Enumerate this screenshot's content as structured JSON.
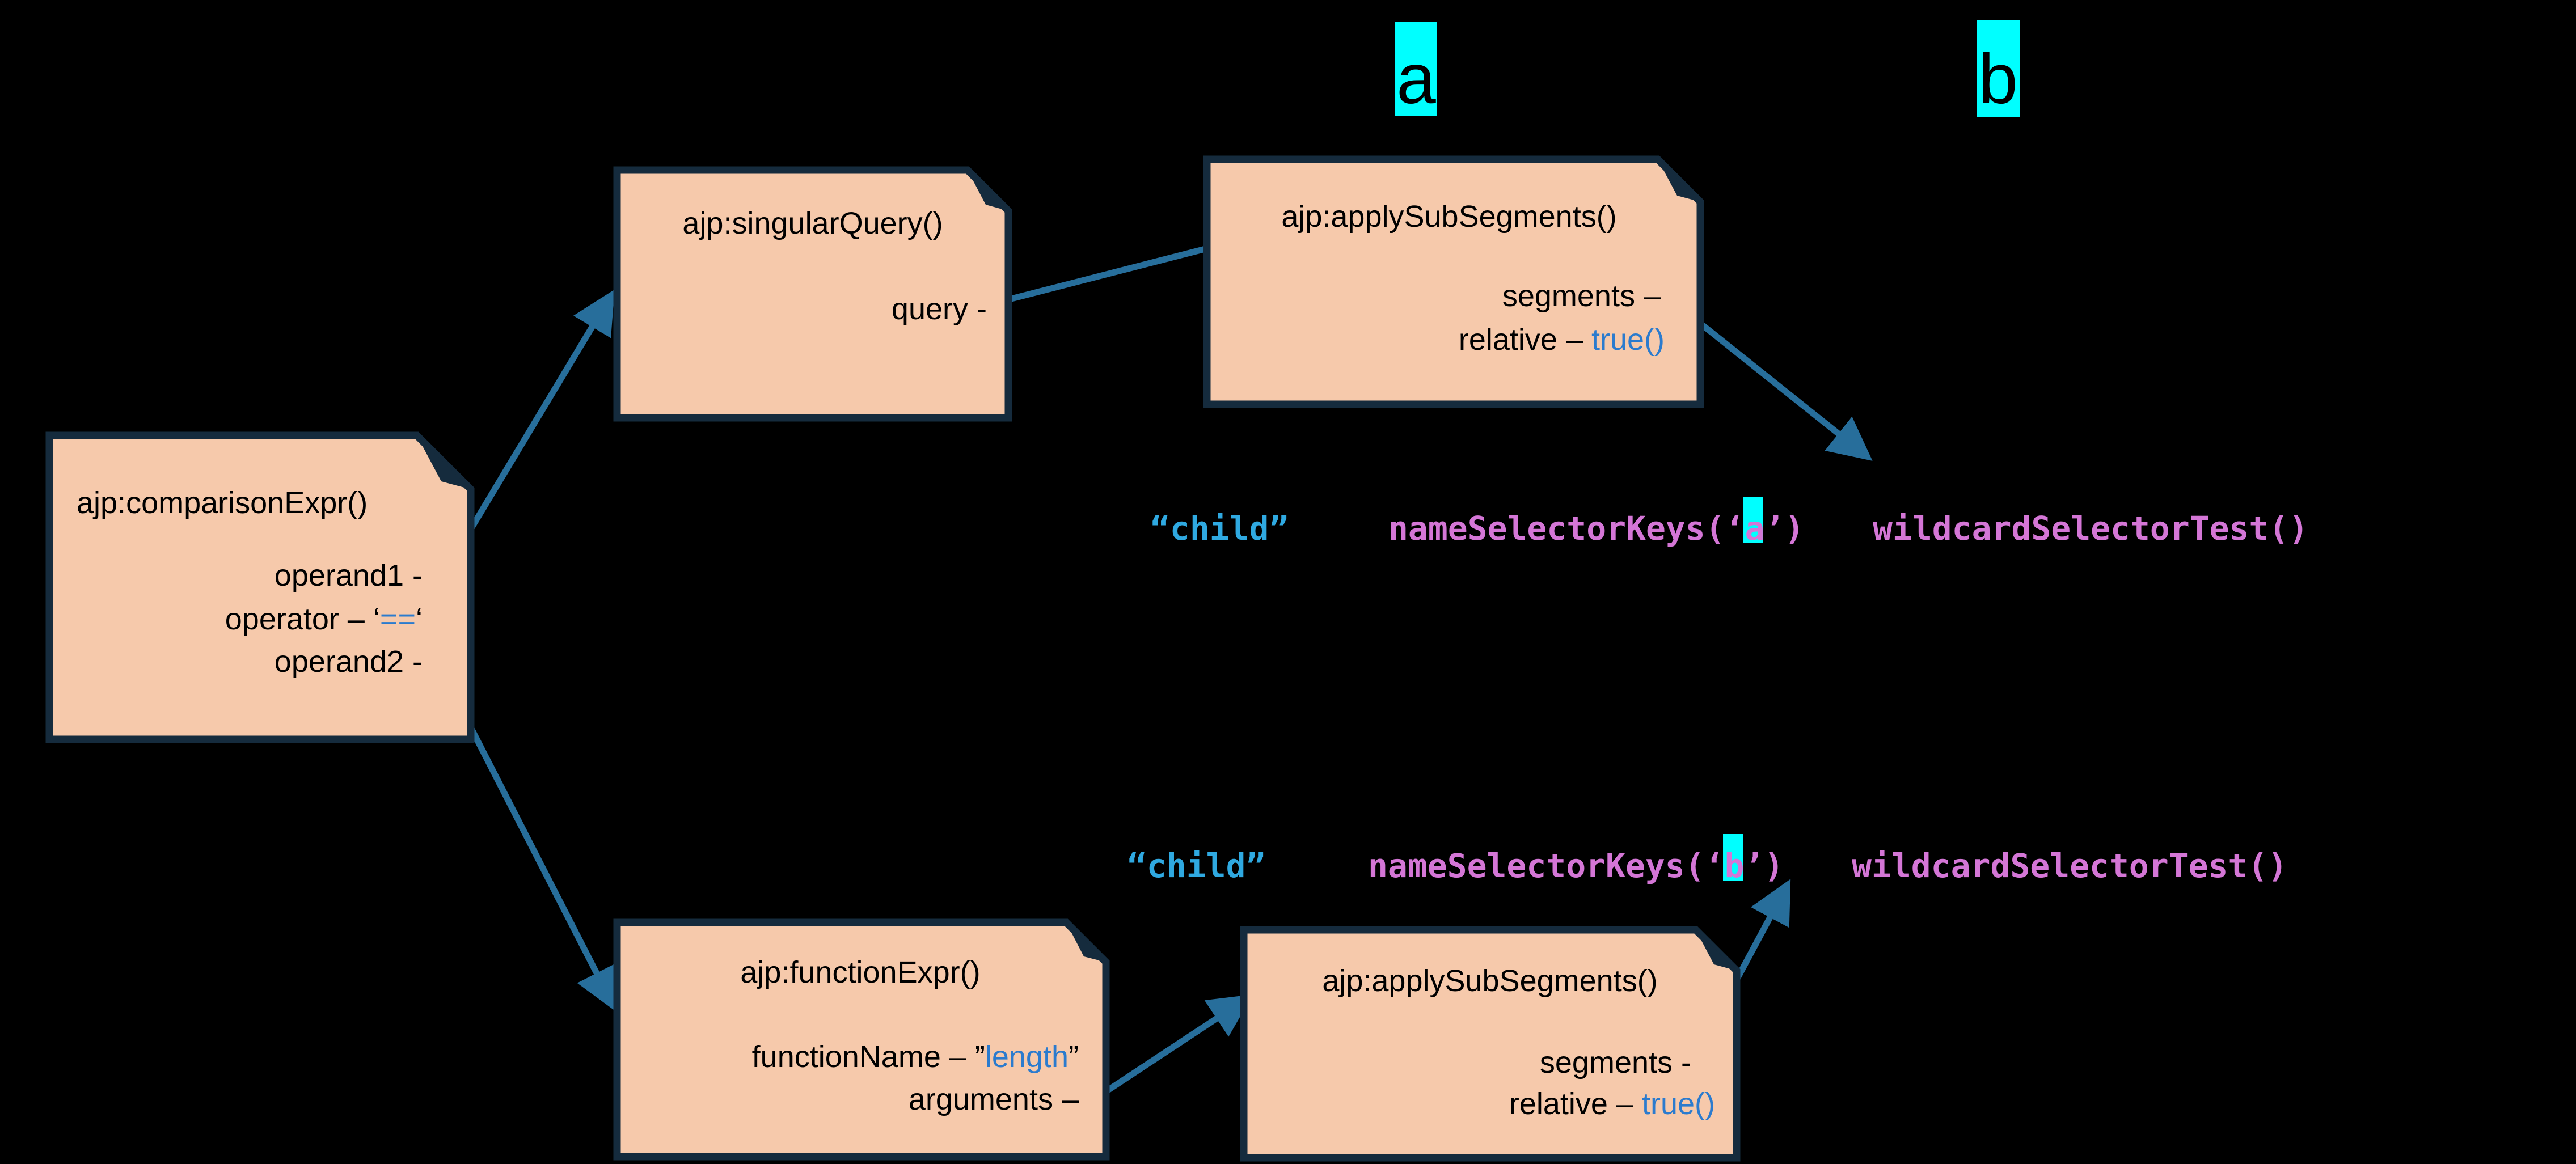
{
  "colors": {
    "canvas_bg": "#000000",
    "box_fill": "#F6C9AB",
    "box_border": "#152B3D",
    "arrow": "#276E9B",
    "code_blue": "#2FA9E1",
    "code_orchid": "#D476D6",
    "value_blue": "#2B7BCE",
    "highlight_cyan": "#00FFFF"
  },
  "labels": {
    "a": "a",
    "b": "b"
  },
  "boxes": {
    "comparison_expr": {
      "title": "ajp:comparisonExpr()",
      "operand1": "operand1 -",
      "operator_pre": "operator – ‘",
      "operator_value": "==",
      "operator_post": "‘",
      "operand2": "operand2 -"
    },
    "singular_query": {
      "title": "ajp:singularQuery()",
      "query": "query -"
    },
    "apply_sub_segments_top": {
      "title": "ajp:applySubSegments()",
      "segments": "segments –",
      "relative_pre": "relative – ",
      "relative_value": "true()"
    },
    "function_expr": {
      "title": "ajp:functionExpr()",
      "function_name_pre": "functionName – ”",
      "function_name_value": "length",
      "function_name_post": "”",
      "arguments": "arguments –"
    },
    "apply_sub_segments_bottom": {
      "title": "ajp:applySubSegments()",
      "segments": "segments -",
      "relative_pre": "relative – ",
      "relative_value": "true()"
    }
  },
  "code_rows": {
    "row1": {
      "child": "“child”",
      "name_selector_pre": "nameSelectorKeys(‘",
      "name_selector_key": "a",
      "name_selector_post": "’)",
      "wildcard": "wildcardSelectorTest()"
    },
    "row2": {
      "child": "“child”",
      "name_selector_pre": "nameSelectorKeys(‘",
      "name_selector_key": "b",
      "name_selector_post": "’)",
      "wildcard": "wildcardSelectorTest()"
    }
  }
}
